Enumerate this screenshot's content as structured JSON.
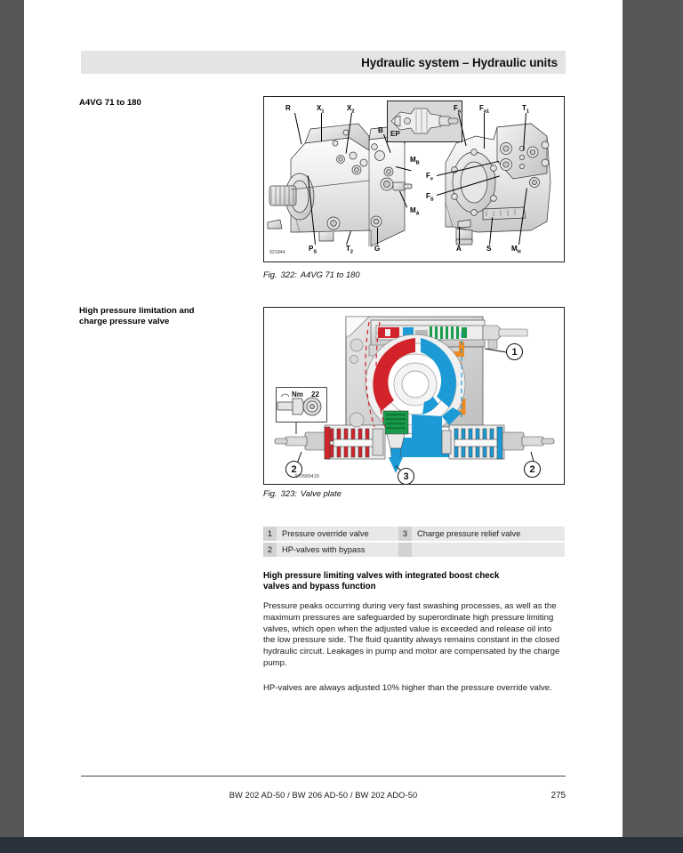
{
  "document": {
    "header_title": "Hydraulic system – Hydraulic units",
    "footer_models": "BW 202 AD-50 / BW 206 AD-50 / BW 202 ADO-50",
    "footer_page": "275"
  },
  "sections": [
    {
      "margin_heading": "A4VG 71 to 180"
    },
    {
      "margin_heading_line1": "High pressure limitation and",
      "margin_heading_line2": "charge pressure valve"
    }
  ],
  "figure_322": {
    "caption_label": "Fig.",
    "caption_number": "322:",
    "caption_text": "A4VG 71 to 180",
    "image_id": "921844",
    "port_labels": {
      "R": "R",
      "X1": "X",
      "X1_sub": "1",
      "X2": "X",
      "X2_sub": "2",
      "B": "B",
      "EP": "EP",
      "Fa": "F",
      "Fa_sub": "a",
      "Fa1": "F",
      "Fa1_sub": "a1",
      "T1": "T",
      "T1_sub": "1",
      "MB": "M",
      "MB_sub": "B",
      "MA": "M",
      "MA_sub": "A",
      "Fe": "F",
      "Fe_sub": "e",
      "FS": "F",
      "FS_sub": "S",
      "PS": "P",
      "PS_sub": "S",
      "T2": "T",
      "T2_sub": "2",
      "G": "G",
      "A": "A",
      "S": "S",
      "MH": "M",
      "MH_sub": "H"
    }
  },
  "figure_323": {
    "caption_label": "Fig.",
    "caption_number": "323:",
    "caption_text": "Valve plate",
    "image_id": "570999419",
    "torque_badge": {
      "unit": "Nm",
      "value": "22"
    },
    "callouts": [
      "1",
      "2",
      "3",
      "2"
    ]
  },
  "legend": {
    "rows": [
      {
        "n1": "1",
        "t1": "Pressure override valve",
        "n2": "3",
        "t2": "Charge pressure relief valve"
      },
      {
        "n1": "2",
        "t1": "HP-valves with bypass",
        "n2": "",
        "t2": ""
      }
    ]
  },
  "body": {
    "heading_line1": "High pressure limiting valves with integrated boost check",
    "heading_line2": "valves and bypass function",
    "paragraph_1": "Pressure peaks occurring during very fast swashing processes, as well as the maximum pressures are safeguarded by superordinate high pressure limiting valves, which open when the adjusted value is exceeded and release oil into the low pressure side. The fluid quantity always remains constant in the closed hydraulic circuit. Leakages in pump and motor are compensated by the charge pump.",
    "paragraph_2": "HP-valves are always adjusted 10% higher than the pressure override valve."
  },
  "colors": {
    "high_pressure": "#d2232a",
    "low_pressure": "#1b9ad6",
    "control": "#1a9c4c",
    "orange_line": "#ef8b20",
    "header_band": "#e4e4e4",
    "legend_num_bg": "#d2d2d2",
    "legend_text_bg": "#e8e8e8",
    "viewer_bg": "#575757"
  }
}
